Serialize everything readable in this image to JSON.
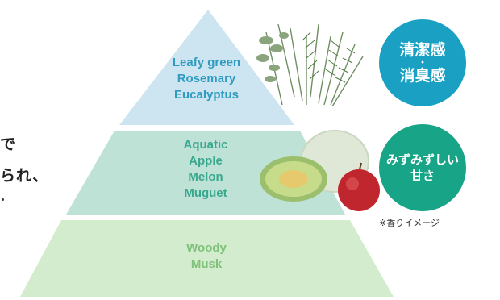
{
  "left_text": {
    "line1": "で",
    "line2": "られ、"
  },
  "pyramid": {
    "top": [
      "Leafy green",
      "Rosemary",
      "Eucalyptus"
    ],
    "middle": [
      "Aquatic",
      "Apple",
      "Melon",
      "Muguet"
    ],
    "base": [
      "Woody",
      "Musk"
    ]
  },
  "badges": {
    "top": {
      "line1": "清潔感",
      "dot": "・",
      "line2": "消臭感"
    },
    "middle": {
      "line1": "みずみずしい",
      "line2": "甘さ"
    }
  },
  "note": "※香りイメージ",
  "colors": {
    "tier_top": "#cce5f0",
    "tier_middle": "#bfe2d6",
    "tier_base": "#d3eccd",
    "badge_top": "#1aa0c2",
    "badge_middle": "#18a486"
  }
}
